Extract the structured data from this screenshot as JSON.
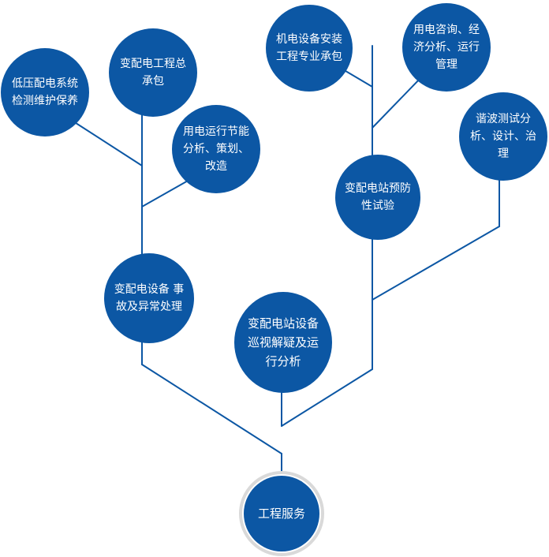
{
  "diagram": {
    "line_color": "#0c57a4",
    "node_color": "#0c57a4",
    "root": "工程服务",
    "nodes": {
      "low_voltage": "低压配电系统检测维护保养",
      "general_contract": "变配电工程总承包",
      "energy_saving": "用电运行节能分析、策划、改造",
      "fault_handling": "变配电设备 事故及异常处理",
      "mep_install": "机电设备安装工程专业承包",
      "consulting": "用电咨询、经济分析、运行管理",
      "preventive_test": "变配电站预防性试验",
      "harmonic": "谐波测试分析、设计、治理",
      "inspection": "变配电站设备巡视解疑及运行分析"
    }
  }
}
